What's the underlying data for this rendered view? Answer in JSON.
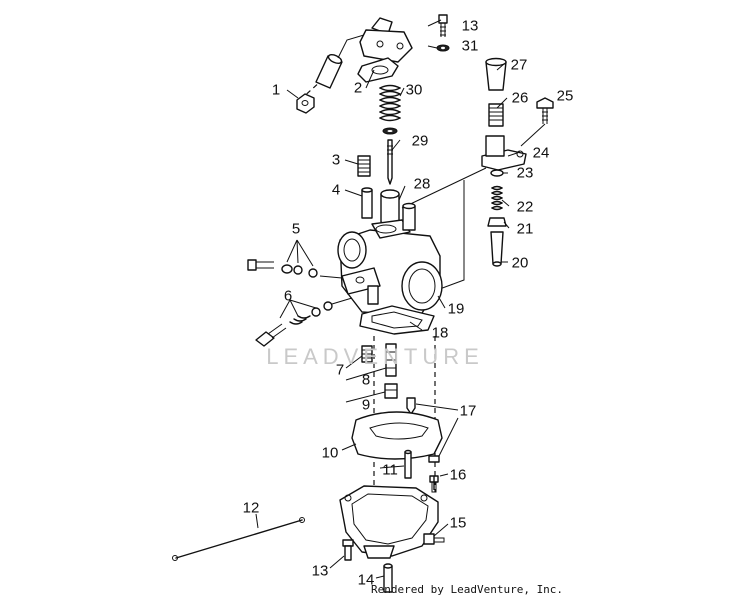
{
  "watermark": "LEADVENTURE",
  "credit": "Rendered by LeadVenture, Inc.",
  "callouts": [
    "1",
    "2",
    "3",
    "4",
    "5",
    "6",
    "7",
    "8",
    "9",
    "10",
    "11",
    "12",
    "13",
    "13",
    "14",
    "15",
    "16",
    "17",
    "18",
    "19",
    "20",
    "21",
    "22",
    "23",
    "24",
    "25",
    "26",
    "27",
    "28",
    "29",
    "30",
    "31"
  ]
}
